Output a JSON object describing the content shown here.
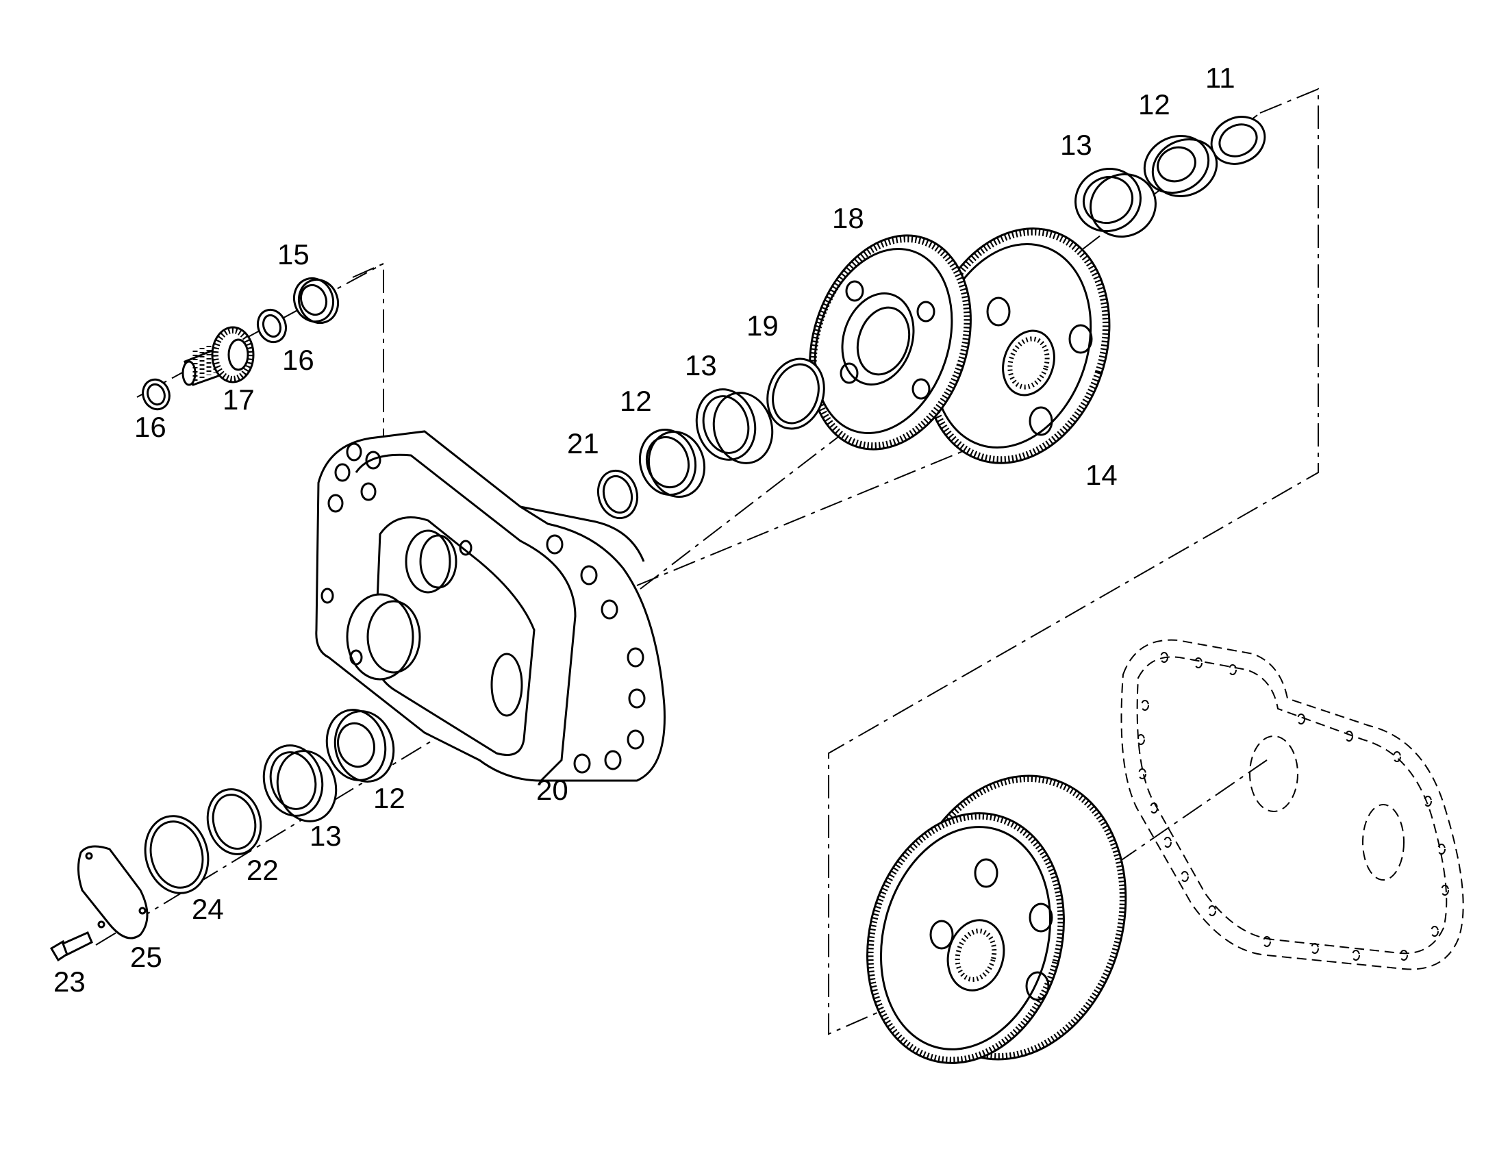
{
  "title": "",
  "part_labels": {
    "p11": "11",
    "p12_top": "12",
    "p13_top": "13",
    "p18": "18",
    "p14": "14",
    "p19": "19",
    "p13_mid": "13",
    "p12_mid": "12",
    "p21": "21",
    "p15": "15",
    "p16_right": "16",
    "p17": "17",
    "p16_left": "16",
    "p20": "20",
    "p12_low": "12",
    "p13_low": "13",
    "p22": "22",
    "p24": "24",
    "p25": "25",
    "p23": "23"
  },
  "colors": {
    "line": "#000000",
    "background": "#ffffff"
  }
}
